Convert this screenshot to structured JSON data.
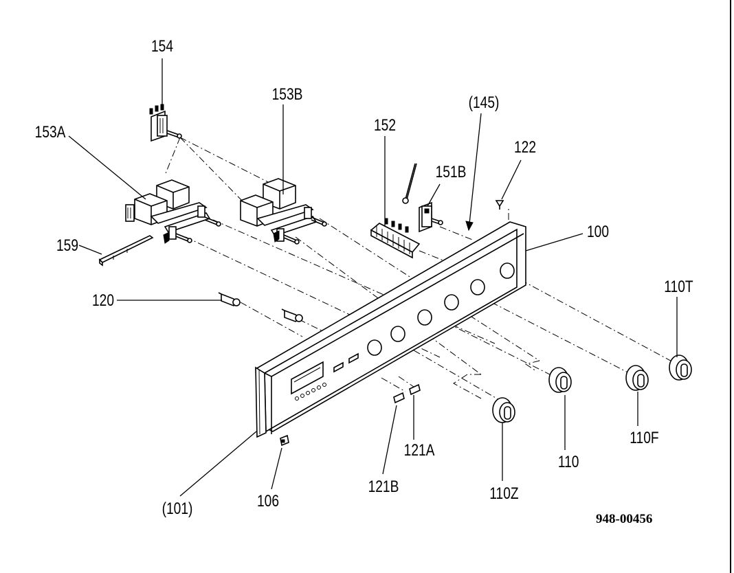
{
  "labels": {
    "p154": "154",
    "p153B": "153B",
    "p153A": "153A",
    "p145": "(145)",
    "p152": "152",
    "p122": "122",
    "p151B": "151B",
    "p100": "100",
    "p159": "159",
    "p120": "120",
    "p110T": "110T",
    "p110F": "110F",
    "p110": "110",
    "p110Z": "110Z",
    "p121A": "121A",
    "p121B": "121B",
    "p106": "106",
    "p101": "(101)"
  },
  "document_number": "948-00456"
}
